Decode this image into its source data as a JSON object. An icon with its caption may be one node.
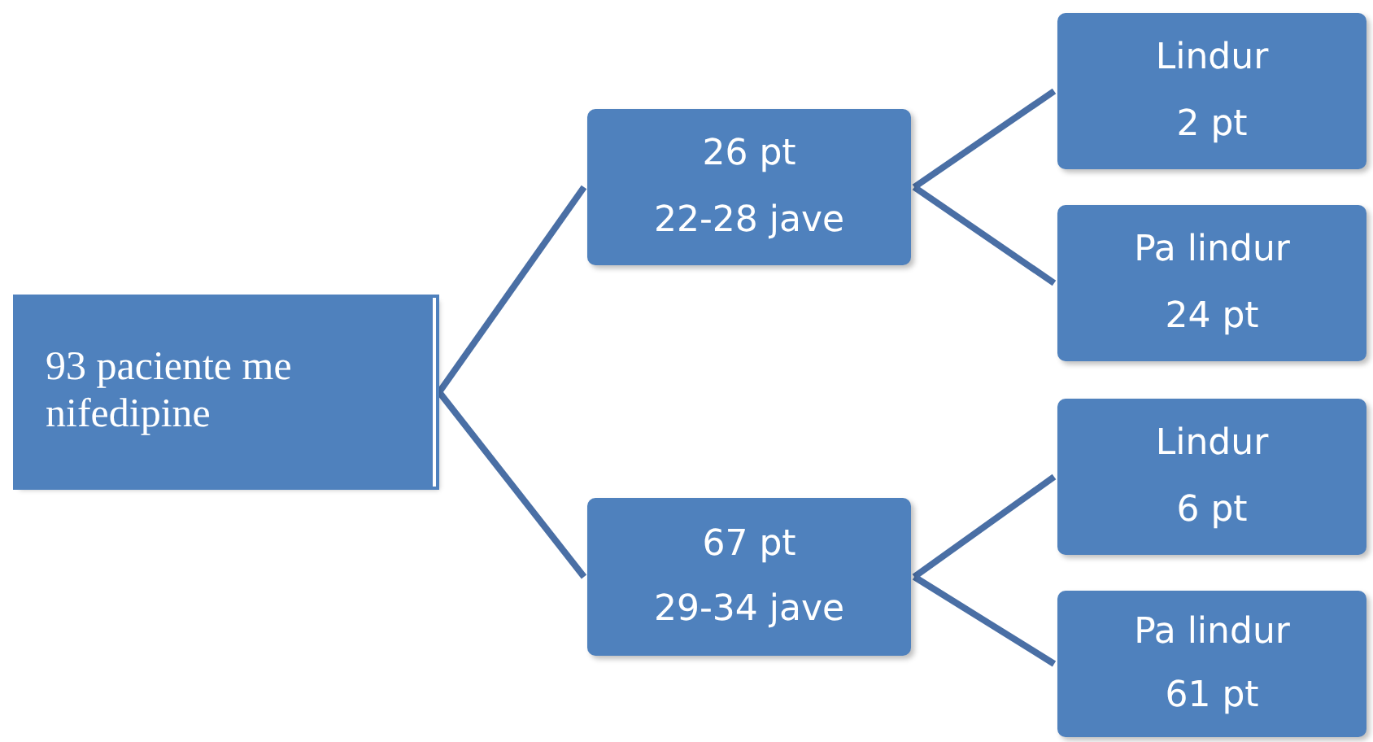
{
  "diagram": {
    "nodes": [
      {
        "text": [
          "93 paciente me nifedipine"
        ]
      },
      {
        "text": [
          "26 pt",
          "22-28 jave"
        ]
      },
      {
        "text": [
          "67 pt",
          "29-34 jave"
        ]
      },
      {
        "text": [
          "Lindur",
          "2 pt"
        ]
      },
      {
        "text": [
          "Pa lindur",
          "24 pt"
        ]
      },
      {
        "text": [
          "Lindur",
          "6 pt"
        ]
      },
      {
        "text": [
          "Pa lindur",
          "61 pt"
        ]
      }
    ],
    "edges": [
      {
        "from": 0,
        "to": 1,
        "arrow": "none"
      },
      {
        "from": 0,
        "to": 2,
        "arrow": "none"
      },
      {
        "from": 1,
        "to": 3,
        "arrow": "none"
      },
      {
        "from": 1,
        "to": 4,
        "arrow": "none"
      },
      {
        "from": 2,
        "to": 5,
        "arrow": "none"
      },
      {
        "from": 2,
        "to": 6,
        "arrow": "none"
      }
    ]
  }
}
